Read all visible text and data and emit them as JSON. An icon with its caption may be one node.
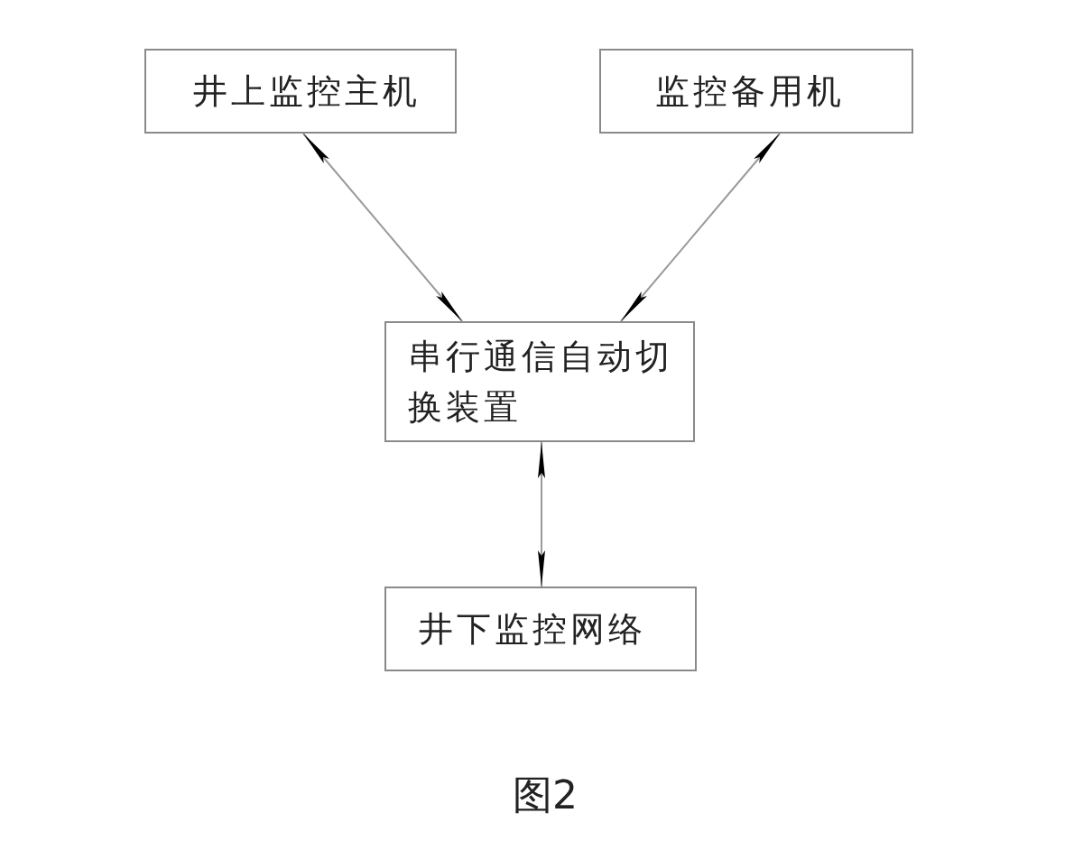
{
  "diagram": {
    "caption": "图2",
    "nodes": [
      {
        "text": [
          "井上监控主机"
        ]
      },
      {
        "text": [
          "监控备用机"
        ]
      },
      {
        "text": [
          "串行通信自动切换装置"
        ]
      },
      {
        "text": [
          "井下监控网络"
        ]
      }
    ],
    "edges": [
      {
        "from": 0,
        "to": 2,
        "arrow": "both"
      },
      {
        "from": 1,
        "to": 2,
        "arrow": "both"
      },
      {
        "from": 2,
        "to": 3,
        "arrow": "both"
      }
    ]
  }
}
